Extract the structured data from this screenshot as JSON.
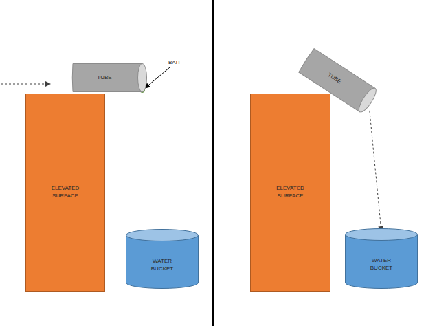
{
  "diagram": {
    "nodes": [
      {
        "text": [
          "TUBE"
        ]
      },
      {
        "text": [
          "ELEVATED SURFACE"
        ]
      },
      {
        "text": [
          "WATER BUCKET"
        ]
      },
      {
        "text": [
          "TUBE"
        ]
      },
      {
        "text": [
          "ELEVATED SURFACE"
        ]
      },
      {
        "text": [
          "WATER BUCKET"
        ]
      }
    ],
    "edges": [
      {
        "from": 3,
        "to": 5,
        "arrow": "to"
      }
    ],
    "labels": [
      "BAIT"
    ]
  }
}
